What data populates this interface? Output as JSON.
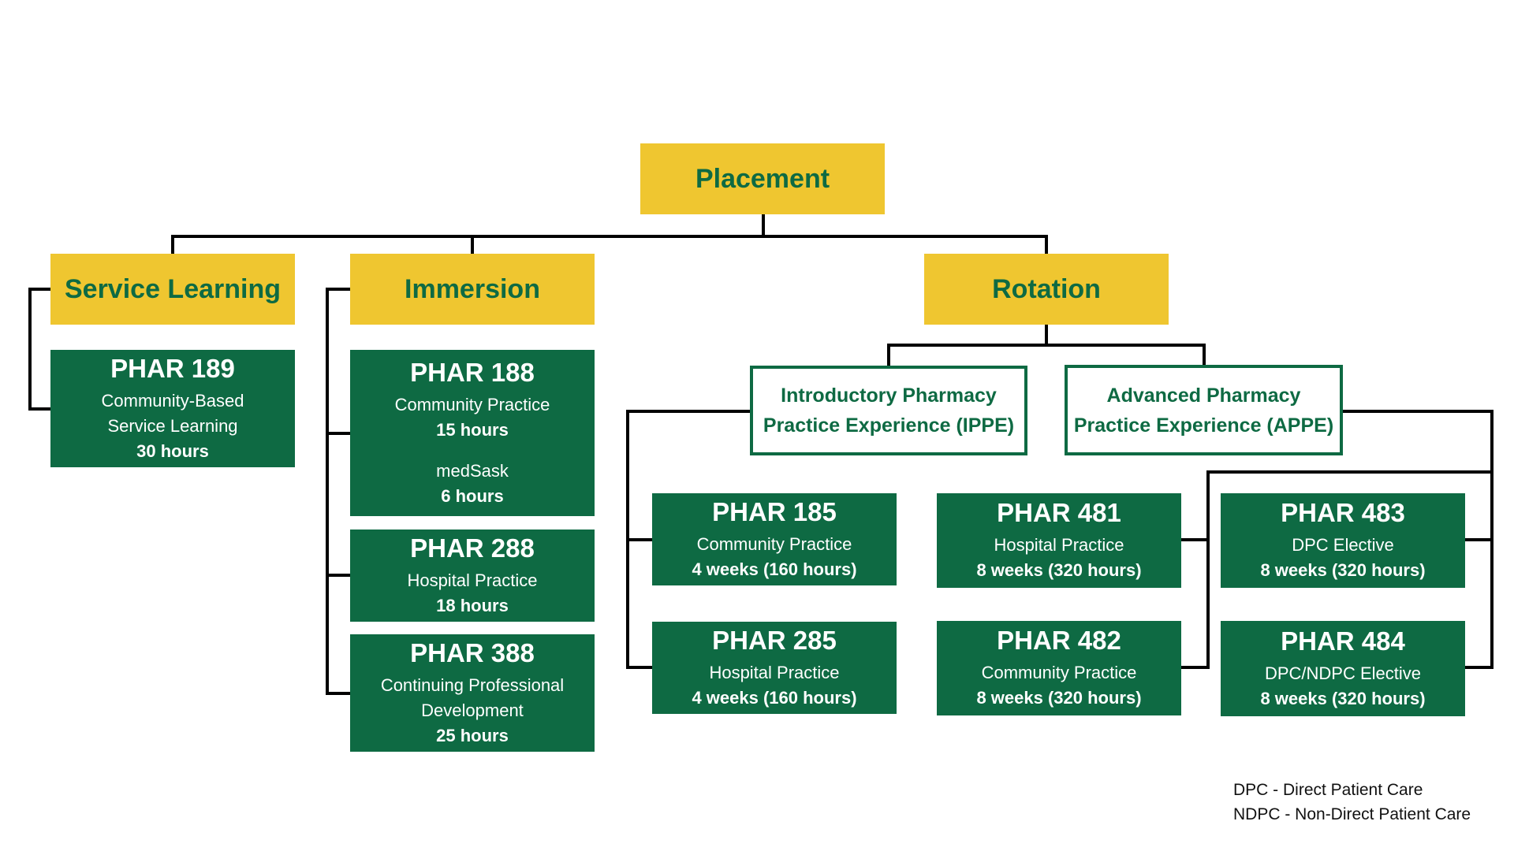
{
  "root": {
    "label": "Placement"
  },
  "categories": {
    "service_learning": {
      "label": "Service Learning"
    },
    "immersion": {
      "label": "Immersion"
    },
    "rotation": {
      "label": "Rotation"
    }
  },
  "rotation_types": {
    "ippe": {
      "line1": "Introductory Pharmacy",
      "line2": "Practice Experience (IPPE)"
    },
    "appe": {
      "line1": "Advanced Pharmacy",
      "line2": "Practice Experience (APPE)"
    }
  },
  "courses": {
    "phar189": {
      "code": "PHAR 189",
      "desc1": "Community-Based",
      "desc2": "Service Learning",
      "hours": "30 hours"
    },
    "phar188": {
      "code": "PHAR 188",
      "desc1": "Community Practice",
      "hours1": "15 hours",
      "desc2": "medSask",
      "hours2": "6 hours"
    },
    "phar288": {
      "code": "PHAR 288",
      "desc": "Hospital Practice",
      "hours": "18 hours"
    },
    "phar388": {
      "code": "PHAR 388",
      "desc1": "Continuing Professional",
      "desc2": "Development",
      "hours": "25 hours"
    },
    "phar185": {
      "code": "PHAR 185",
      "desc": "Community Practice",
      "hours": "4 weeks (160 hours)"
    },
    "phar285": {
      "code": "PHAR 285",
      "desc": "Hospital Practice",
      "hours": "4 weeks (160 hours)"
    },
    "phar481": {
      "code": "PHAR 481",
      "desc": "Hospital Practice",
      "hours": "8 weeks (320 hours)"
    },
    "phar482": {
      "code": "PHAR 482",
      "desc": "Community Practice",
      "hours": "8 weeks (320 hours)"
    },
    "phar483": {
      "code": "PHAR 483",
      "desc": "DPC Elective",
      "hours": "8 weeks (320 hours)"
    },
    "phar484": {
      "code": "PHAR 484",
      "desc": "DPC/NDPC Elective",
      "hours": "8 weeks (320 hours)"
    }
  },
  "legend": {
    "dpc": "DPC - Direct Patient Care",
    "ndpc": "NDPC - Non-Direct Patient Care"
  },
  "colors": {
    "yellow": "#EFC630",
    "green": "#0E6A43",
    "connector": "#000000"
  }
}
